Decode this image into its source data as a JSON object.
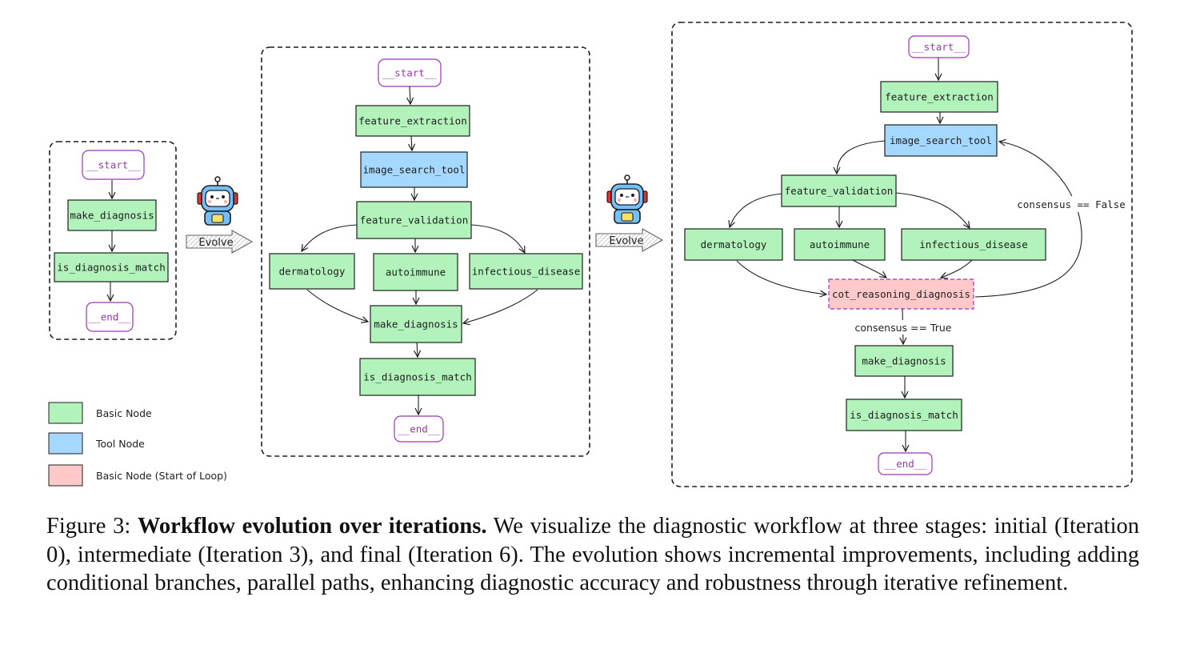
{
  "colors": {
    "basic": "#b2f2bb",
    "tool": "#a5d8ff",
    "loop": "#ffc9c9",
    "terminal": "#9c36b5",
    "stroke": "#1e1e1e"
  },
  "arrows": {
    "evolve": "Evolve"
  },
  "stages": {
    "initial": {
      "start": "__start__",
      "make_diagnosis": "make_diagnosis",
      "is_diagnosis_match": "is_diagnosis_match",
      "end": "__end__"
    },
    "intermediate": {
      "start": "__start__",
      "feature_extraction": "feature_extraction",
      "image_search_tool": "image_search_tool",
      "feature_validation": "feature_validation",
      "dermatology": "dermatology",
      "autoimmune": "autoimmune",
      "infectious_disease": "infectious_disease",
      "make_diagnosis": "make_diagnosis",
      "is_diagnosis_match": "is_diagnosis_match",
      "end": "__end__"
    },
    "final": {
      "start": "__start__",
      "feature_extraction": "feature_extraction",
      "image_search_tool": "image_search_tool",
      "feature_validation": "feature_validation",
      "dermatology": "dermatology",
      "autoimmune": "autoimmune",
      "infectious_disease": "infectious_disease",
      "cot_reasoning_diagnosis": "cot_reasoning_diagnosis",
      "make_diagnosis": "make_diagnosis",
      "is_diagnosis_match": "is_diagnosis_match",
      "end": "__end__",
      "edge_false": "consensus == False",
      "edge_true": "consensus == True"
    }
  },
  "legend": {
    "basic": "Basic Node",
    "tool": "Tool Node",
    "loop": "Basic Node (Start of Loop)"
  },
  "caption": {
    "prefix": "Figure 3: ",
    "title": "Workflow evolution over iterations.",
    "body": " We visualize the diagnostic workflow at three stages: initial (Iteration 0), intermediate (Iteration 3), and final (Iteration 6). The evolution shows incremental improvements, including adding conditional branches, parallel paths, enhancing diagnostic accuracy and robustness through iterative refinement."
  }
}
